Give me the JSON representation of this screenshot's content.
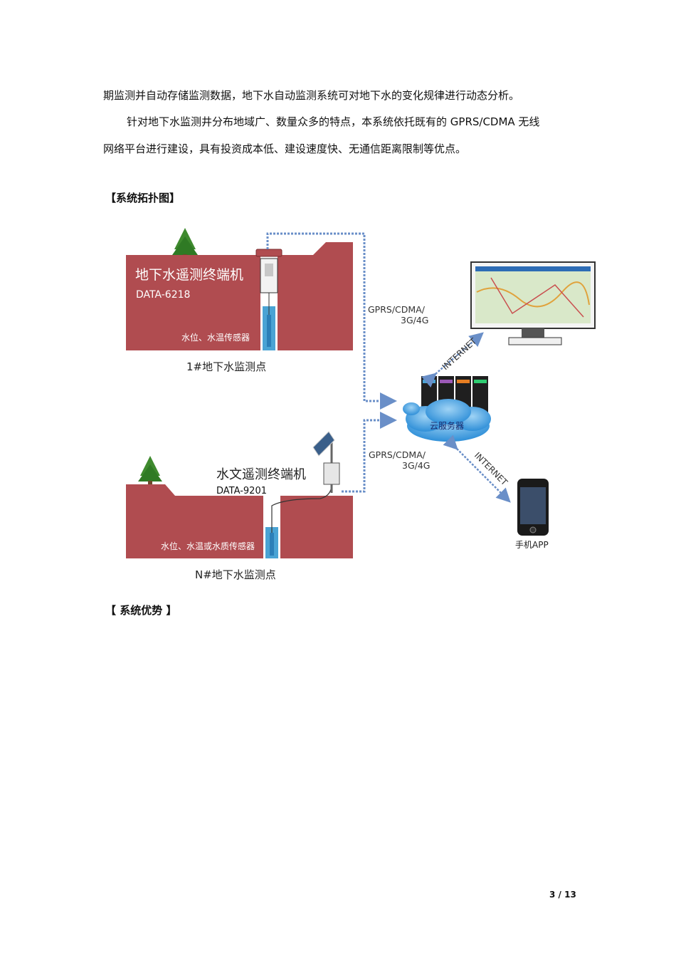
{
  "paragraphs": {
    "p1": "期监测并自动存储监测数据，地下水自动监测系统可对地下水的变化规律进行动态分析。",
    "p2": "针对地下水监测井分布地域广、数量众多的特点，本系统依托既有的 GPRS/CDMA 无线",
    "p3": "网络平台进行建设，具有投资成本低、建设速度快、无通信距离限制等优点。"
  },
  "headings": {
    "topology": "【系统拓扑图】",
    "advantages": "【 系统优势  】"
  },
  "diagram": {
    "station1": {
      "terminal_name": "地下水遥测终端机",
      "model": "DATA-6218",
      "sensor": "水位、水温传感器",
      "caption": "1#地下水监测点",
      "link": [
        "GPRS/CDMA/",
        "3G/4G"
      ]
    },
    "station2": {
      "terminal_name": "水文遥测终端机",
      "model": "DATA-9201",
      "sensor": "水位、水温或水质传感器",
      "caption": "N#地下水监测点",
      "link": [
        "GPRS/CDMA/",
        "3G/4G"
      ]
    },
    "server": "云服务器",
    "internet_top": "INTERNET",
    "internet_bottom": "INTERNET",
    "phone": "手机APP",
    "colors": {
      "ground": "#b04c50",
      "water": "#4aa3d4",
      "cloud": "#3d9de0",
      "dash": "#6a8fc8"
    }
  },
  "page_number": "3 / 13"
}
